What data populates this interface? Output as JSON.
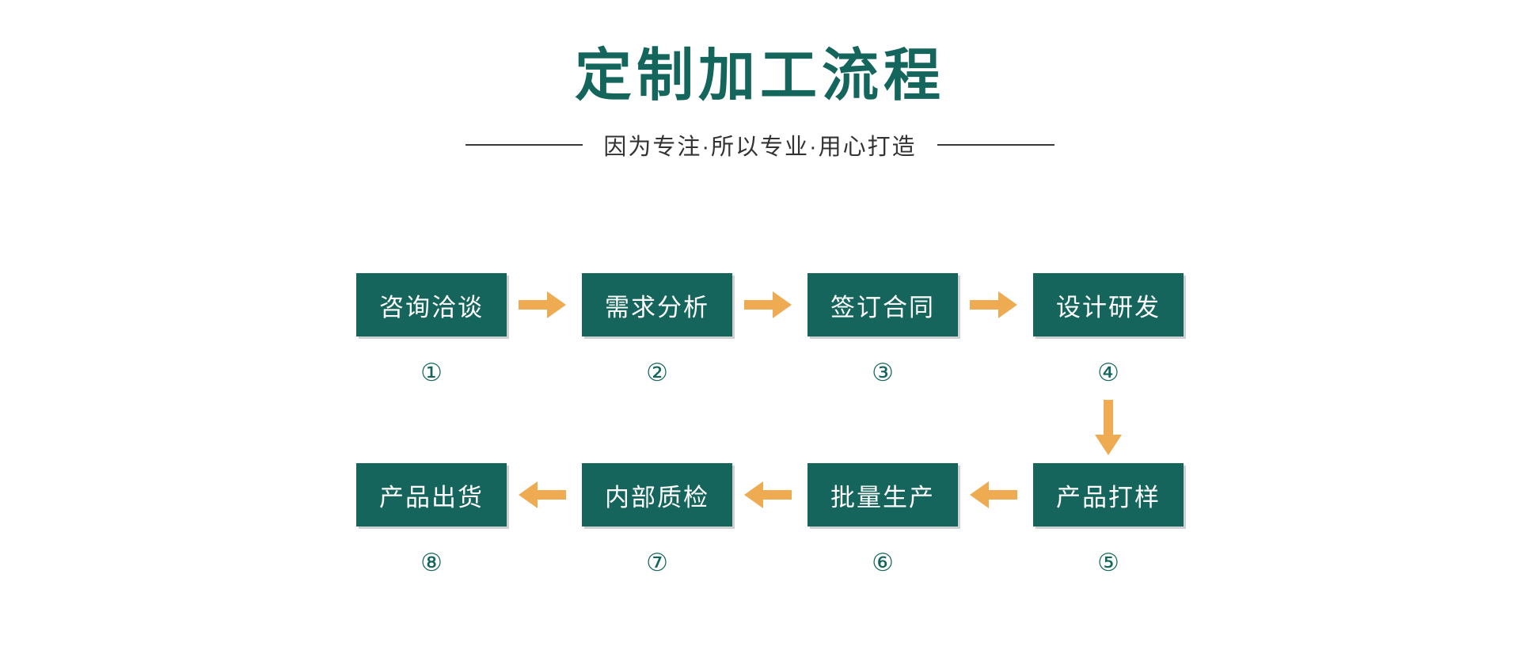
{
  "header": {
    "title": "定制加工流程",
    "subtitle": "因为专注·所以专业·用心打造"
  },
  "colors": {
    "teal": "#16655c",
    "amber": "#eeab52",
    "title_text": "#14655c",
    "subtitle_text": "#333333",
    "background": "#ffffff",
    "node_text": "#ffffff"
  },
  "flow": {
    "row1": [
      {
        "label": "咨询洽谈",
        "number": "①"
      },
      {
        "label": "需求分析",
        "number": "②"
      },
      {
        "label": "签订合同",
        "number": "③"
      },
      {
        "label": "设计研发",
        "number": "④"
      }
    ],
    "row2": [
      {
        "label": "产品出货",
        "number": "⑧"
      },
      {
        "label": "内部质检",
        "number": "⑦"
      },
      {
        "label": "批量生产",
        "number": "⑥"
      },
      {
        "label": "产品打样",
        "number": "⑤"
      }
    ],
    "arrows": {
      "right1": "arrow-right-icon",
      "right2": "arrow-right-icon",
      "right3": "arrow-right-icon",
      "down1": "arrow-down-icon",
      "left1": "arrow-left-icon",
      "left2": "arrow-left-icon",
      "left3": "arrow-left-icon"
    }
  }
}
